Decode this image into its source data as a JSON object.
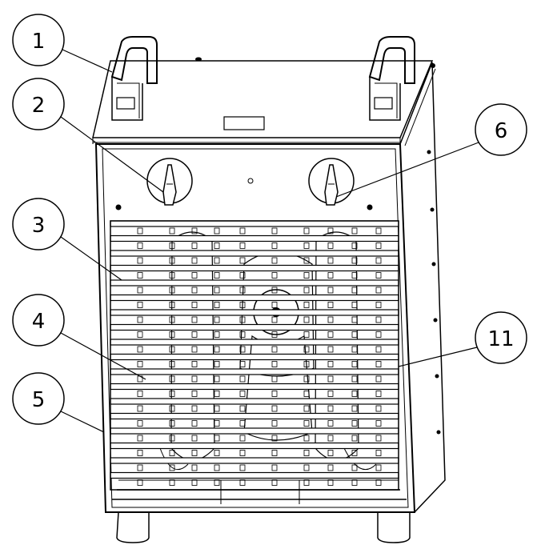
{
  "diagram": {
    "callouts": [
      {
        "label": "1"
      },
      {
        "label": "2"
      },
      {
        "label": "3"
      },
      {
        "label": "4"
      },
      {
        "label": "5"
      },
      {
        "label": "6"
      },
      {
        "label": "11"
      }
    ]
  }
}
